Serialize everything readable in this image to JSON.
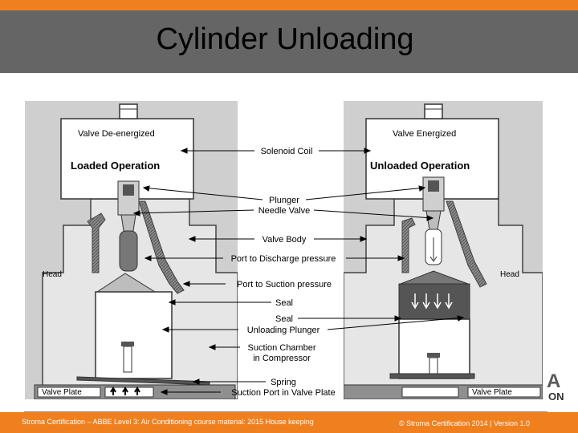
{
  "slide": {
    "title": "Cylinder Unloading"
  },
  "colors": {
    "accent": "#f07f1e",
    "title_bar": "#656565"
  },
  "diagram": {
    "left_panel": {
      "state": "Valve De-energized",
      "operation": "Loaded Operation",
      "head_label": "Head",
      "valve_plate_label": "Valve Plate"
    },
    "right_panel": {
      "state": "Valve Energized",
      "operation": "Unloaded Operation",
      "head_label": "Head",
      "valve_plate_label": "Valve Plate"
    },
    "callouts": [
      "Solenoid Coil",
      "Plunger",
      "Needle Valve",
      "Valve Body",
      "Port to Discharge pressure",
      "Port to Suction pressure",
      "Seal",
      "Seal",
      "Unloading Plunger",
      "Suction Chamber",
      "in Compressor",
      "Spring",
      "Suction Port in Valve Plate"
    ]
  },
  "logo": {
    "letter": "A",
    "fragment": "ON"
  },
  "footer": {
    "left_text": "Stroma Certification – ABBE Level 3: Air Conditioning course material: 2015 House keeping",
    "right_text": "© Stroma Certification 2014 | Version 1.0"
  }
}
